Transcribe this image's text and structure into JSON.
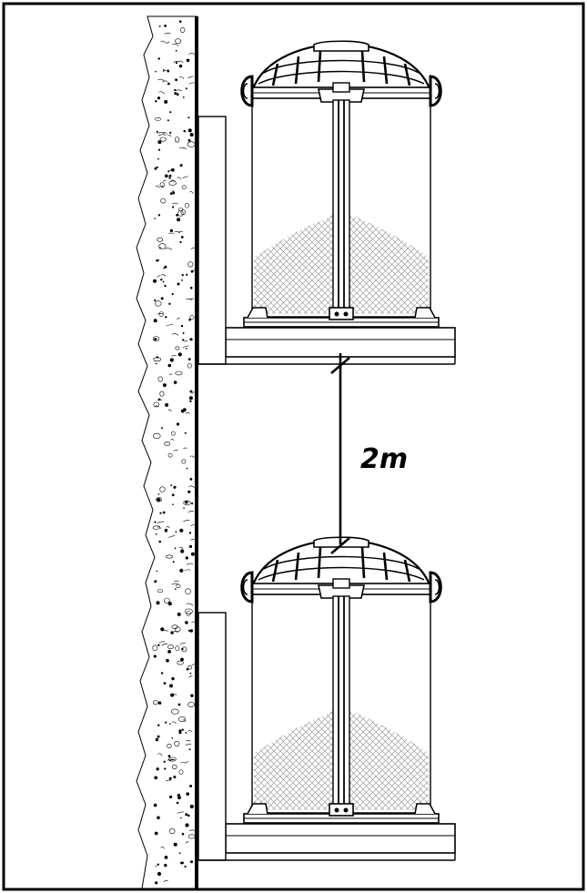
{
  "dimension": {
    "label": "2m"
  },
  "colors": {
    "line": "#000000",
    "background": "#ffffff",
    "sand_hatch": "#8a8a8a"
  },
  "components": [
    {
      "name": "upper-barrel",
      "icon": "grit-bin-icon"
    },
    {
      "name": "lower-barrel",
      "icon": "grit-bin-icon"
    },
    {
      "name": "concrete-wall",
      "icon": "wall-icon"
    }
  ]
}
